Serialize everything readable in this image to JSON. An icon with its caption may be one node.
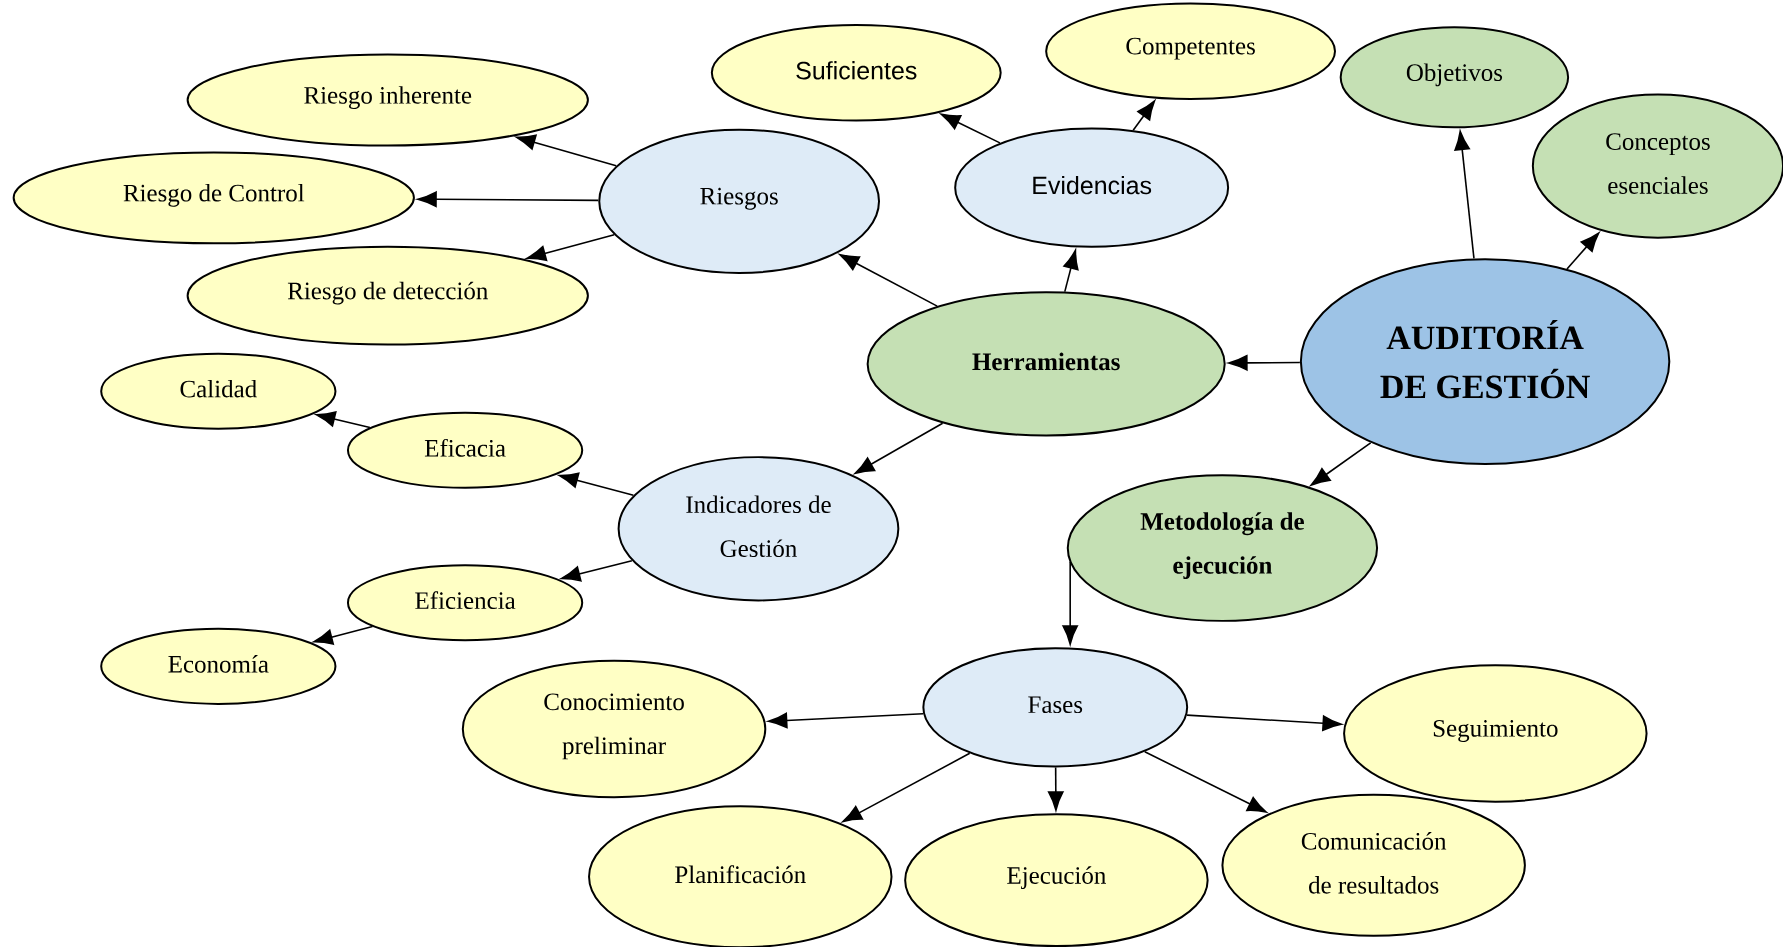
{
  "diagram": {
    "nodes": [
      {
        "text": [
          "AUDITORÍA DE GESTIÓN"
        ]
      },
      {
        "text": [
          "Herramientas"
        ]
      },
      {
        "text": [
          "Riesgos"
        ]
      },
      {
        "text": [
          "Riesgo inherente"
        ]
      },
      {
        "text": [
          "Riesgo de Control"
        ]
      },
      {
        "text": [
          "Riesgo de detección"
        ]
      },
      {
        "text": [
          "Evidencias"
        ]
      },
      {
        "text": [
          "Suficientes"
        ]
      },
      {
        "text": [
          "Competentes"
        ]
      },
      {
        "text": [
          "Objetivos"
        ]
      },
      {
        "text": [
          "Conceptos esenciales"
        ]
      },
      {
        "text": [
          "Indicadores de Gestión"
        ]
      },
      {
        "text": [
          "Calidad"
        ]
      },
      {
        "text": [
          "Eficacia"
        ]
      },
      {
        "text": [
          "Eficiencia"
        ]
      },
      {
        "text": [
          "Economía"
        ]
      },
      {
        "text": [
          "Metodología de ejecución"
        ]
      },
      {
        "text": [
          "Fases"
        ]
      },
      {
        "text": [
          "Conocimiento preliminar"
        ]
      },
      {
        "text": [
          "Seguimiento"
        ]
      },
      {
        "text": [
          "Planificación"
        ]
      },
      {
        "text": [
          "Ejecución"
        ]
      },
      {
        "text": [
          "Comunicación de resultados"
        ]
      }
    ],
    "edges": [
      {
        "from": 0,
        "to": 1,
        "arrow": "to"
      },
      {
        "from": 1,
        "to": 2,
        "arrow": "to"
      },
      {
        "from": 2,
        "to": 3,
        "arrow": "to"
      },
      {
        "from": 2,
        "to": 4,
        "arrow": "to"
      },
      {
        "from": 2,
        "to": 5,
        "arrow": "to"
      },
      {
        "from": 1,
        "to": 6,
        "arrow": "to"
      },
      {
        "from": 6,
        "to": 7,
        "arrow": "to"
      },
      {
        "from": 6,
        "to": 8,
        "arrow": "to"
      },
      {
        "from": 0,
        "to": 9,
        "arrow": "to"
      },
      {
        "from": 0,
        "to": 10,
        "arrow": "to"
      },
      {
        "from": 1,
        "to": 11,
        "arrow": "to"
      },
      {
        "from": 11,
        "to": 13,
        "arrow": "to"
      },
      {
        "from": 13,
        "to": 12,
        "arrow": "to"
      },
      {
        "from": 11,
        "to": 14,
        "arrow": "to"
      },
      {
        "from": 14,
        "to": 15,
        "arrow": "to"
      },
      {
        "from": 0,
        "to": 16,
        "arrow": "to"
      },
      {
        "from": 16,
        "to": 17,
        "arrow": "to"
      },
      {
        "from": 17,
        "to": 18,
        "arrow": "to"
      },
      {
        "from": 17,
        "to": 19,
        "arrow": "to"
      },
      {
        "from": 17,
        "to": 20,
        "arrow": "to"
      },
      {
        "from": 17,
        "to": 21,
        "arrow": "to"
      },
      {
        "from": 17,
        "to": 22,
        "arrow": "to"
      }
    ]
  }
}
